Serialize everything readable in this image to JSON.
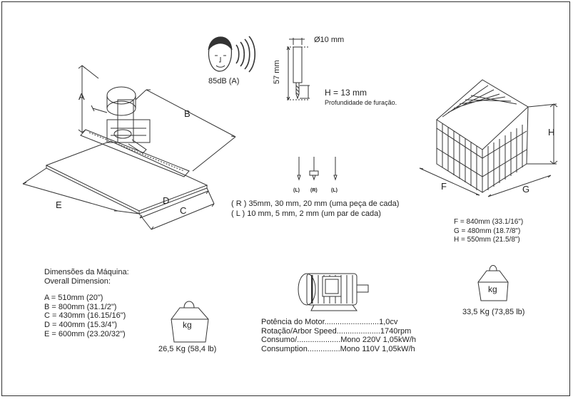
{
  "noise": {
    "level": "85dB (A)"
  },
  "drill": {
    "diameter": "Ø10 mm",
    "length": "57 mm",
    "depth": "H = 13 mm",
    "depth_caption": "Profundidade de furação."
  },
  "machine_dims": {
    "A": "A",
    "B": "B",
    "C": "C",
    "D": "D",
    "E": "E"
  },
  "bits": {
    "labels": [
      "(L)",
      "(R)",
      "(L)"
    ],
    "line_r": "( R ) 35mm, 30 mm, 20 mm (uma peça de cada)",
    "line_l": "( L ) 10 mm, 5 mm, 2 mm (um par de cada)"
  },
  "crate": {
    "labels": {
      "F": "F",
      "G": "G",
      "H": "H"
    },
    "specs": [
      "F = 840mm (33.1/16\")",
      "G = 480mm (18.7/8\")",
      "H = 550mm (21.5/8\")"
    ],
    "weight_icon": "kg",
    "weight": "33,5 Kg (73,85 lb)"
  },
  "machine": {
    "heading": [
      "Dimensões da Máquina:",
      "Overall Dimension:"
    ],
    "specs": [
      "A = 510mm (20\")",
      "B = 800mm (31.1/2\")",
      "C = 430mm (16.15/16\")",
      "D = 400mm (15.3/4\")",
      "E = 600mm (23.20/32\")"
    ],
    "weight_icon": "kg",
    "weight": "26,5 Kg (58,4 lb)"
  },
  "motor": {
    "specs": [
      "Potência do Motor.........................1,0cv",
      "Rotação/Arbor Speed....................1740rpm",
      "Consumo/....................Mono 220V 1,05kW/h",
      "Consumption...............Mono 110V 1,05kW/h"
    ]
  }
}
